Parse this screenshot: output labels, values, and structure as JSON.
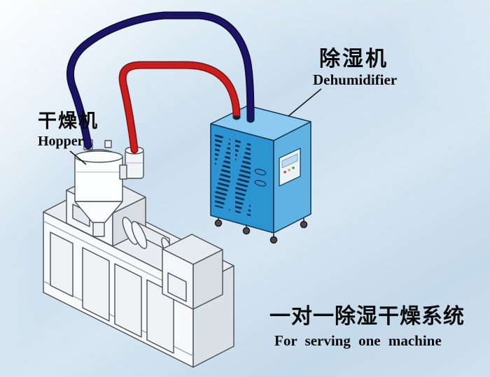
{
  "labels": {
    "dehumidifier": {
      "cn": "除湿机",
      "en": "Dehumidifier"
    },
    "hopper": {
      "cn": "干燥机",
      "en": "Hopper"
    }
  },
  "caption": {
    "cn": "一对一除湿干燥系统",
    "en": "For serving one machine"
  },
  "components": {
    "dehumidifier_cabinet": "dehumidifier-cabinet",
    "hopper_dryer": "hopper-dryer",
    "extruder_machine": "extruder-machine",
    "dry_air_pipe": "red-pipe",
    "return_air_pipe": "navy-pipe"
  },
  "colors": {
    "pipe_red": "#c81e1e",
    "pipe_navy": "#1b1464",
    "cabinet_front": "#2d94d2",
    "cabinet_side": "#5fb2e2",
    "cabinet_top": "#8ccaf0",
    "machine_body": "#f7f9fb",
    "background": "#cfe1ee",
    "text": "#0a0a0a"
  }
}
